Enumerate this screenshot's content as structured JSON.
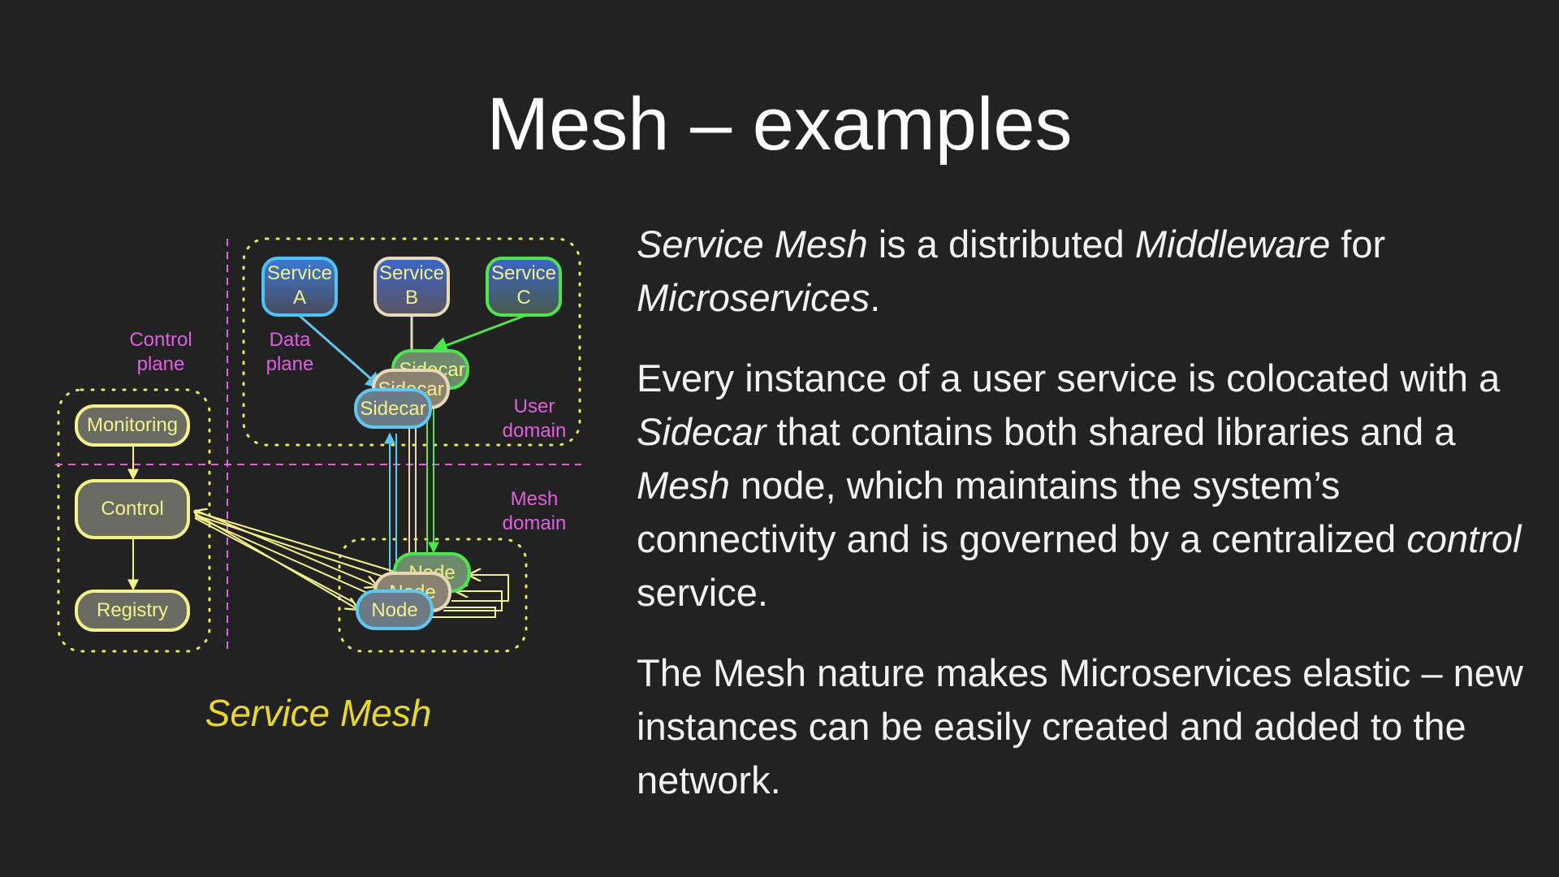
{
  "slide": {
    "title": "Mesh – examples"
  },
  "diagram": {
    "caption": "Service Mesh",
    "labels": {
      "control_plane": [
        "Control",
        "plane"
      ],
      "data_plane": [
        "Data",
        "plane"
      ],
      "user_domain": [
        "User",
        "domain"
      ],
      "mesh_domain": [
        "Mesh",
        "domain"
      ]
    },
    "services": [
      {
        "line1": "Service",
        "line2": "A",
        "color": "#4fc3f7"
      },
      {
        "line1": "Service",
        "line2": "B",
        "color": "#e8d8b8"
      },
      {
        "line1": "Service",
        "line2": "C",
        "color": "#4ee44e"
      }
    ],
    "sidecars": [
      "Sidecar",
      "Sidecar",
      "Sidecar"
    ],
    "nodes": [
      "Node",
      "Node",
      "Node"
    ],
    "control_nodes": {
      "monitoring": "Monitoring",
      "control": "Control",
      "registry": "Registry"
    },
    "colors": {
      "label_magenta": "#e05ee0",
      "caption_yellow": "#e8d82a",
      "control_yellow": "#f4f08a",
      "blue": "#5ec8f0",
      "beige": "#e8d8b8",
      "green": "#4ee44e"
    }
  },
  "paragraphs": [
    {
      "segments": [
        {
          "text": "Service Mesh",
          "italic": true
        },
        {
          "text": " is a distributed ",
          "italic": false
        },
        {
          "text": "Middleware",
          "italic": true
        },
        {
          "text": " for ",
          "italic": false
        },
        {
          "text": "Microservices",
          "italic": true
        },
        {
          "text": ".",
          "italic": false
        }
      ]
    },
    {
      "segments": [
        {
          "text": "Every instance of a user service is colocated with a ",
          "italic": false
        },
        {
          "text": "Sidecar",
          "italic": true
        },
        {
          "text": " that contains both shared libraries and a ",
          "italic": false
        },
        {
          "text": "Mesh",
          "italic": true
        },
        {
          "text": " node, which maintains the system’s connectivity and is governed by a centralized ",
          "italic": false
        },
        {
          "text": "control",
          "italic": true
        },
        {
          "text": " service.",
          "italic": false
        }
      ]
    },
    {
      "segments": [
        {
          "text": "The Mesh nature makes Microservices elastic – new instances can be easily created and added to the network.",
          "italic": false
        }
      ]
    }
  ]
}
